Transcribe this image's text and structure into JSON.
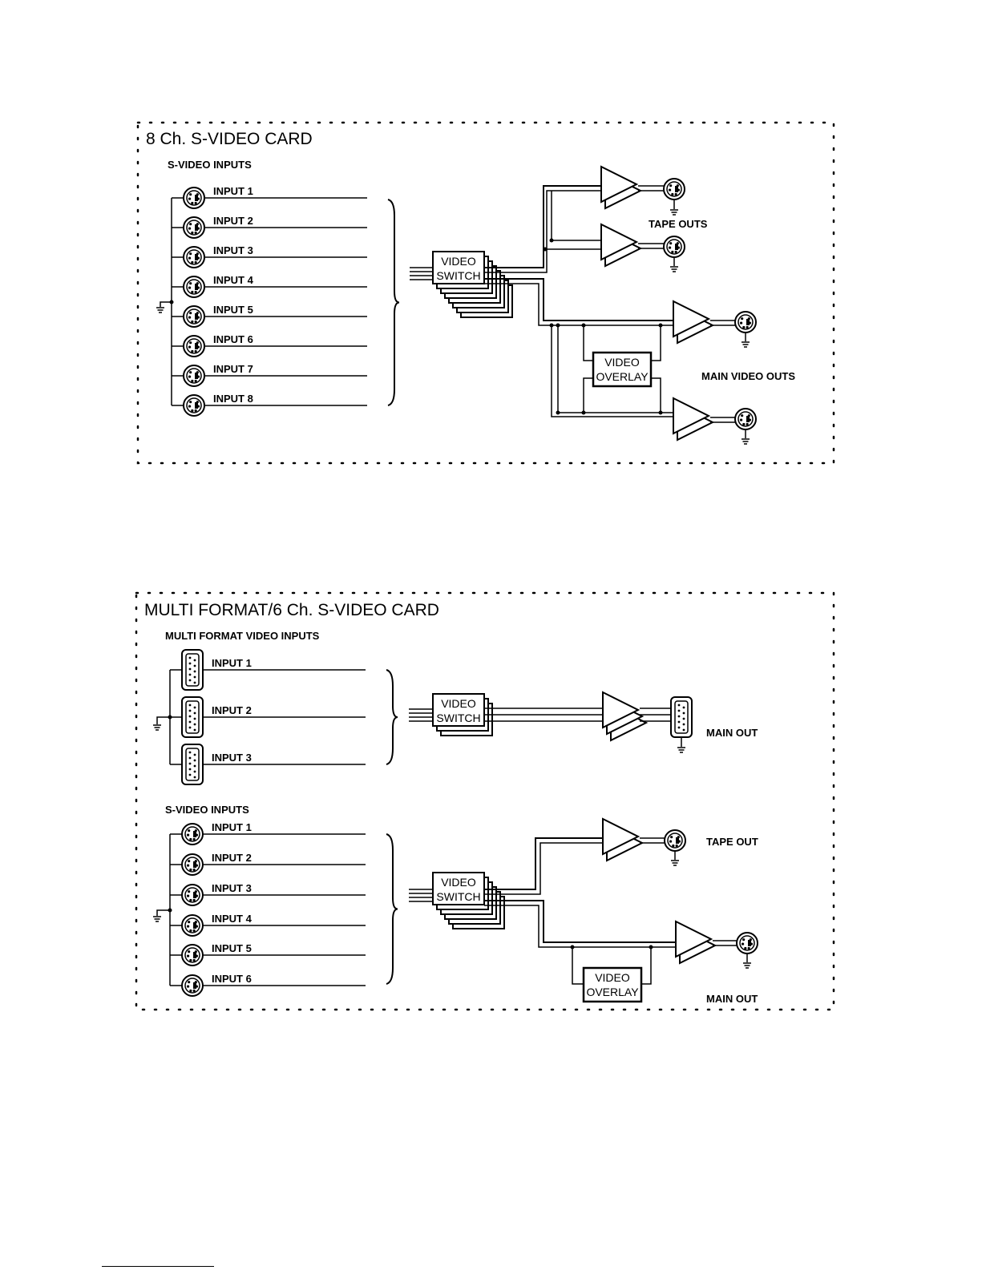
{
  "card1": {
    "title": "8 Ch. S-VIDEO CARD",
    "inputs_heading": "S-VIDEO INPUTS",
    "inputs": [
      "INPUT 1",
      "INPUT 2",
      "INPUT 3",
      "INPUT 4",
      "INPUT 5",
      "INPUT 6",
      "INPUT 7",
      "INPUT 8"
    ],
    "switch_label": [
      "VIDEO",
      "SWITCH"
    ],
    "overlay_label": [
      "VIDEO",
      "OVERLAY"
    ],
    "tape_outs_label": "TAPE OUTS",
    "main_outs_label": "MAIN VIDEO OUTS"
  },
  "card2": {
    "title": "MULTI FORMAT/6 Ch. S-VIDEO CARD",
    "multi_heading": "MULTI FORMAT VIDEO INPUTS",
    "multi_inputs": [
      "INPUT 1",
      "INPUT 2",
      "INPUT 3"
    ],
    "multi_switch_label": [
      "VIDEO",
      "SWITCH"
    ],
    "multi_main_out_label": "MAIN OUT",
    "svideo_heading": "S-VIDEO INPUTS",
    "svideo_inputs": [
      "INPUT 1",
      "INPUT 2",
      "INPUT 3",
      "INPUT 4",
      "INPUT 5",
      "INPUT 6"
    ],
    "svideo_switch_label": [
      "VIDEO",
      "SWITCH"
    ],
    "tape_out_label": "TAPE OUT",
    "overlay_label": [
      "VIDEO",
      "OVERLAY"
    ],
    "main_out_label": "MAIN OUT"
  }
}
